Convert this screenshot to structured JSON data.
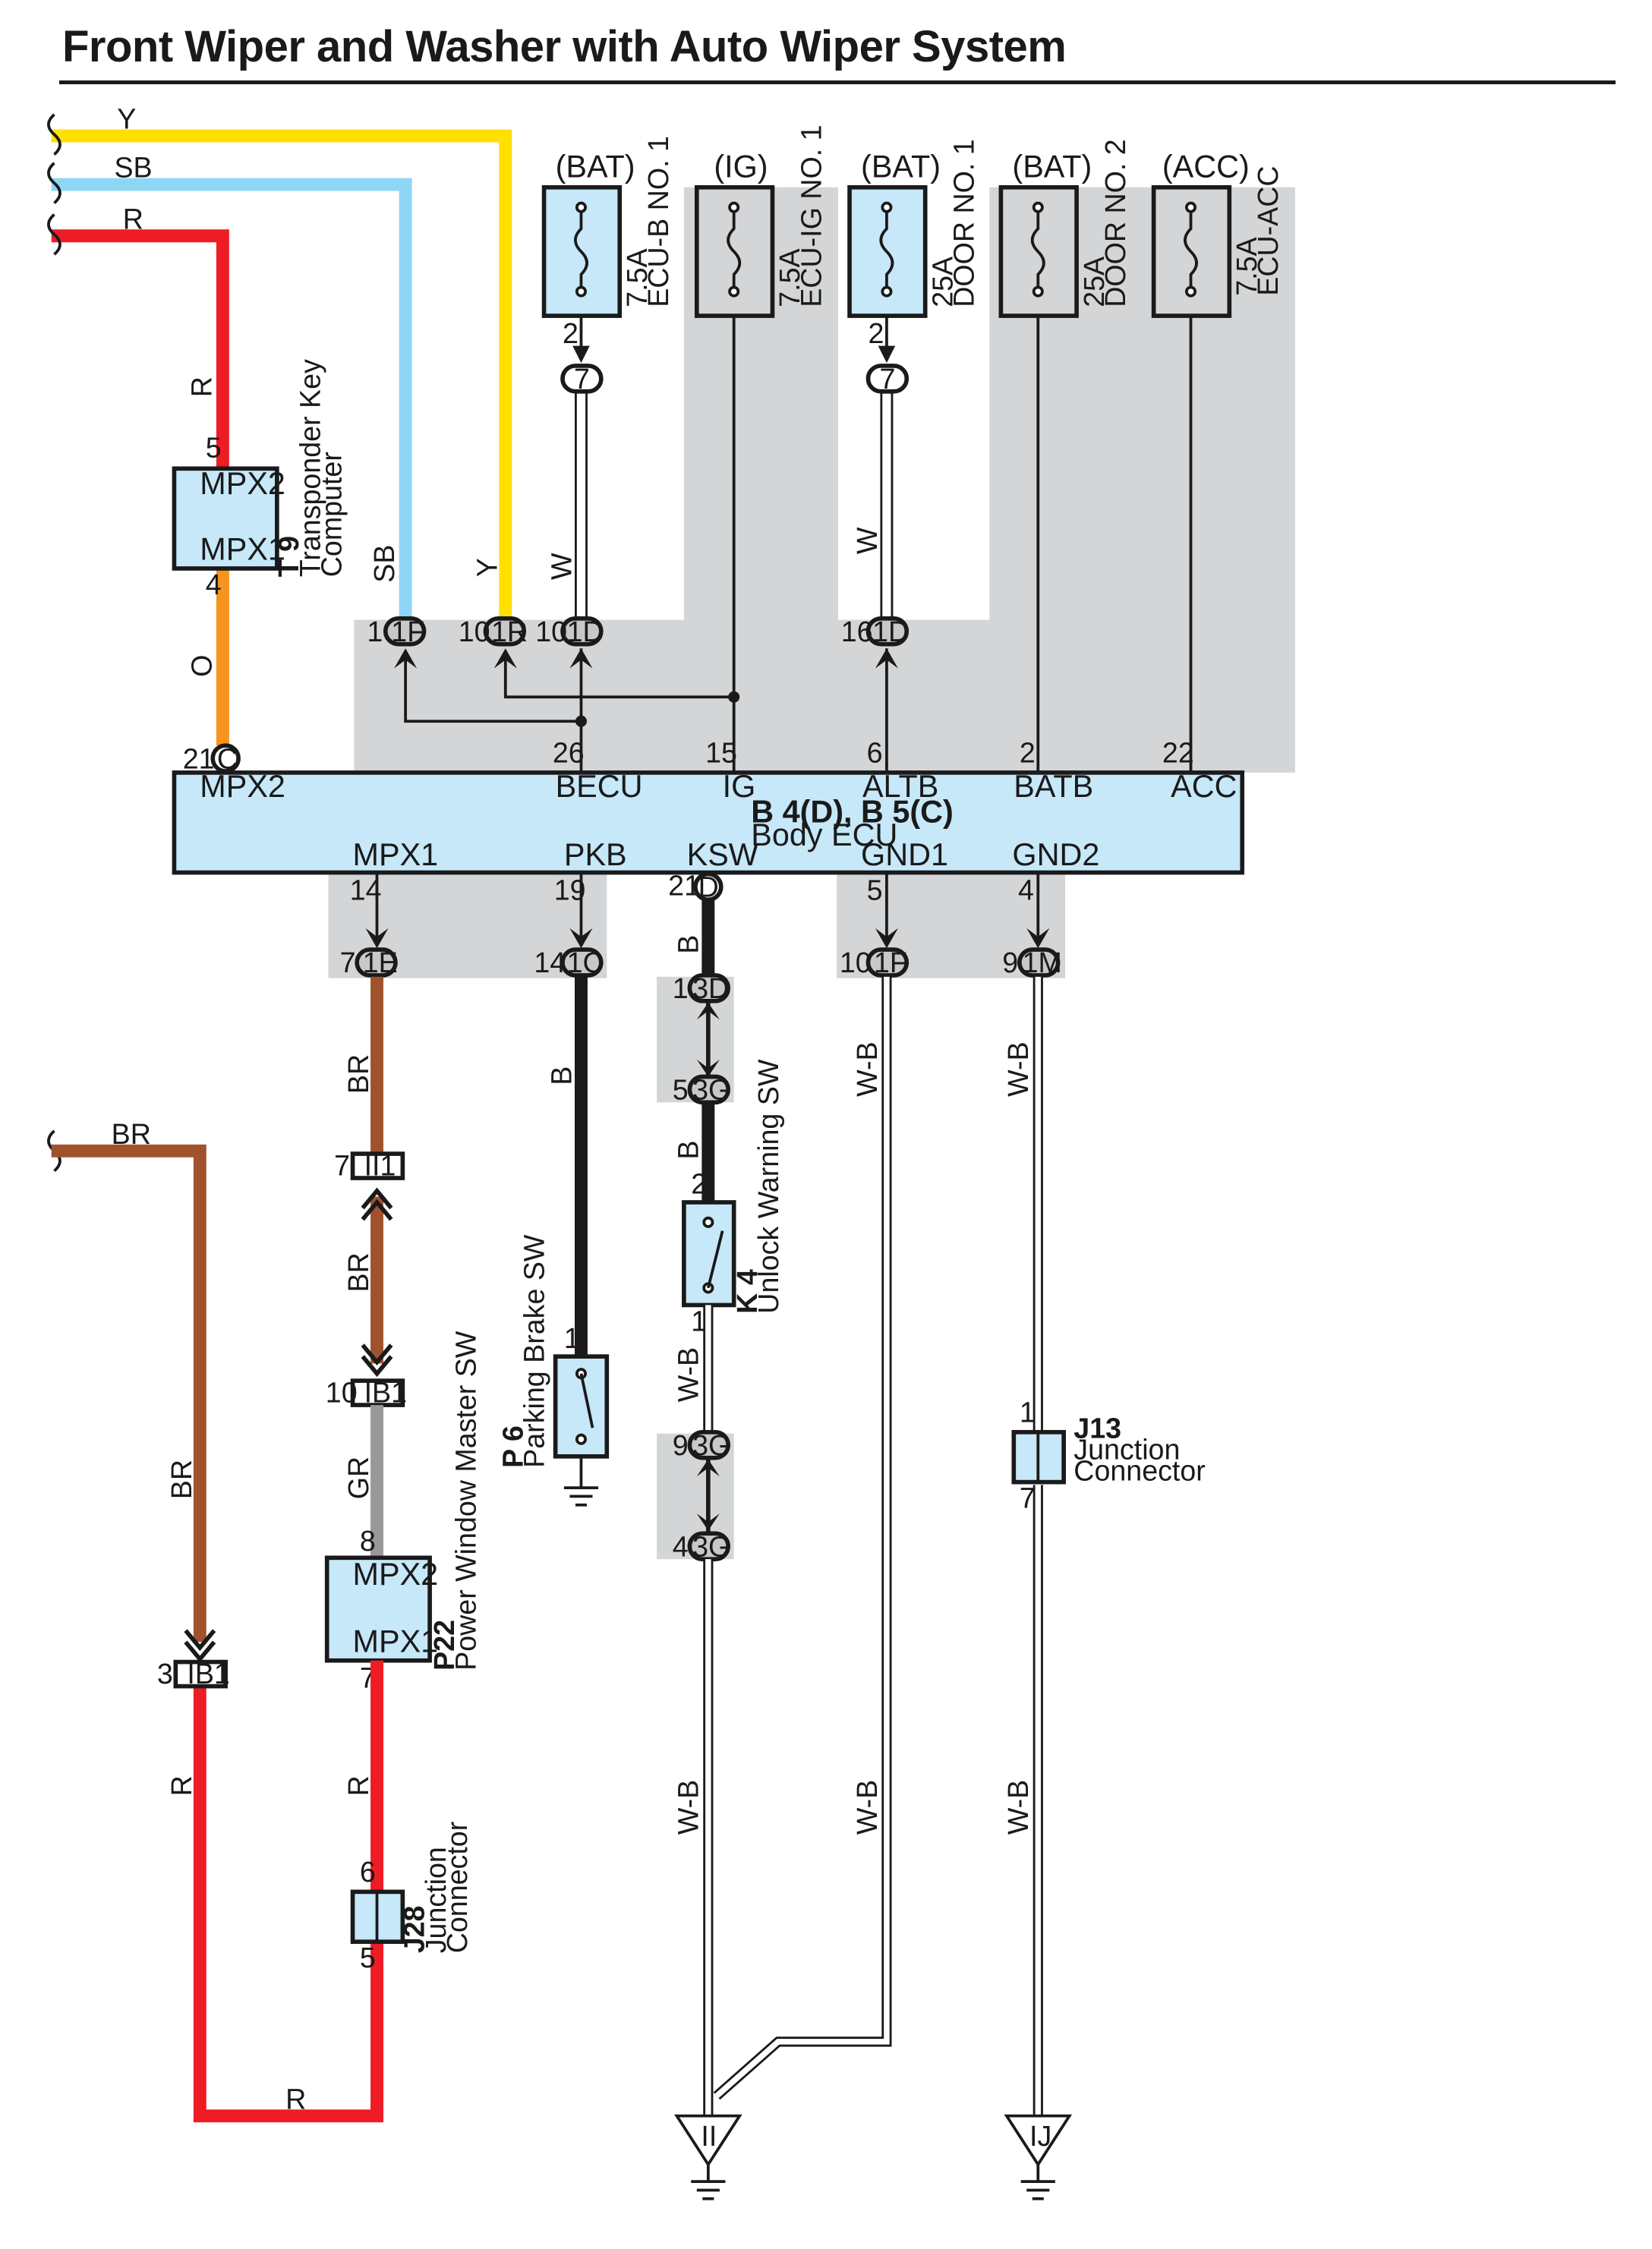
{
  "title": "Front Wiper and Washer with Auto Wiper System",
  "colors": {
    "Y": "#ffe000",
    "SB": "#8fd6f6",
    "R": "#ee1c25",
    "O": "#f7941d",
    "BR": "#a0522d",
    "B": "#1a1a1a",
    "GR": "#999999",
    "W-B": "#ffffff",
    "component_fill": "#c6e8f8",
    "shaded_area": "#d3d5d7"
  },
  "wires": {
    "y": "Y",
    "sb": "SB",
    "r": "R",
    "o": "O",
    "br": "BR",
    "b": "B",
    "gr": "GR",
    "w": "W",
    "wb": "W-B"
  },
  "fuses": [
    {
      "source": "(BAT)",
      "rating": "7.5A",
      "name": "ECU-B NO. 1",
      "pin": "2",
      "connector": "7"
    },
    {
      "source": "(IG)",
      "rating": "7.5A",
      "name": "ECU-IG NO. 1"
    },
    {
      "source": "(BAT)",
      "rating": "25A",
      "name": "DOOR NO. 1",
      "pin": "2",
      "connector": "7"
    },
    {
      "source": "(BAT)",
      "rating": "25A",
      "name": "DOOR NO. 2"
    },
    {
      "source": "(ACC)",
      "rating": "7.5A",
      "name": "ECU-ACC"
    }
  ],
  "transponder": {
    "ref": "T 9",
    "name": "Transponder Key",
    "name2": "Computer",
    "pin_top": "MPX2",
    "pin_bottom": "MPX1",
    "pin_top_no": "5",
    "pin_bottom_no": "4"
  },
  "body_ecu": {
    "ref": "B 4(D), B 5(C)",
    "name": "Body ECU",
    "mpx2": "MPX2",
    "mpx2_pin": "21",
    "mpx2_conn": "C",
    "top_pins": [
      {
        "label": "BECU",
        "pin": "26"
      },
      {
        "label": "IG",
        "pin": "15"
      },
      {
        "label": "ALTB",
        "pin": "6"
      },
      {
        "label": "BATB",
        "pin": "2"
      },
      {
        "label": "ACC",
        "pin": "22"
      }
    ],
    "bottom_pins": [
      {
        "label": "MPX1",
        "pin": "14"
      },
      {
        "label": "PKB",
        "pin": "19"
      },
      {
        "label": "KSW",
        "pin": "21",
        "conn": "D"
      },
      {
        "label": "GND1",
        "pin": "5"
      },
      {
        "label": "GND2",
        "pin": "4"
      }
    ]
  },
  "junction_top": [
    {
      "pin": "1",
      "conn": "1F"
    },
    {
      "pin": "10",
      "conn": "1R"
    },
    {
      "pin": "10",
      "conn": "1D"
    },
    {
      "pin": "16",
      "conn": "1D"
    }
  ],
  "junction_bottom": [
    {
      "pin": "7",
      "conn": "1E"
    },
    {
      "pin": "14",
      "conn": "1C"
    },
    {
      "pin": "10",
      "conn": "1F"
    },
    {
      "pin": "9",
      "conn": "1M"
    }
  ],
  "ksw_chain": [
    {
      "pin": "1",
      "conn": "3D"
    },
    {
      "pin": "5",
      "conn": "3G"
    },
    {
      "pin": "9",
      "conn": "3G"
    },
    {
      "pin": "4",
      "conn": "3G"
    }
  ],
  "inline": {
    "ii1": {
      "pin": "7",
      "conn": "II1"
    },
    "ib1_a": {
      "pin": "10",
      "conn": "IB1"
    },
    "ib1_b": {
      "pin": "3",
      "conn": "IB1"
    }
  },
  "pw_master": {
    "ref": "P22",
    "name": "Power Window Master SW",
    "pin_top": "MPX2",
    "pin_bottom": "MPX1",
    "pin_top_no": "8",
    "pin_bottom_no": "7"
  },
  "j28": {
    "ref": "J28",
    "name": "Junction",
    "name2": "Connector",
    "pin_top": "6",
    "pin_bottom": "5"
  },
  "p6": {
    "ref": "P 6",
    "name": "Parking Brake SW",
    "pin": "1"
  },
  "k4": {
    "ref": "K 4",
    "name": "Unlock Warning SW",
    "pin_top": "2",
    "pin_bottom": "1"
  },
  "j13": {
    "ref": "J13",
    "name": "Junction",
    "name2": "Connector",
    "pin_top": "1",
    "pin_bottom": "7"
  },
  "grounds": [
    {
      "label": "II"
    },
    {
      "label": "IJ"
    }
  ]
}
